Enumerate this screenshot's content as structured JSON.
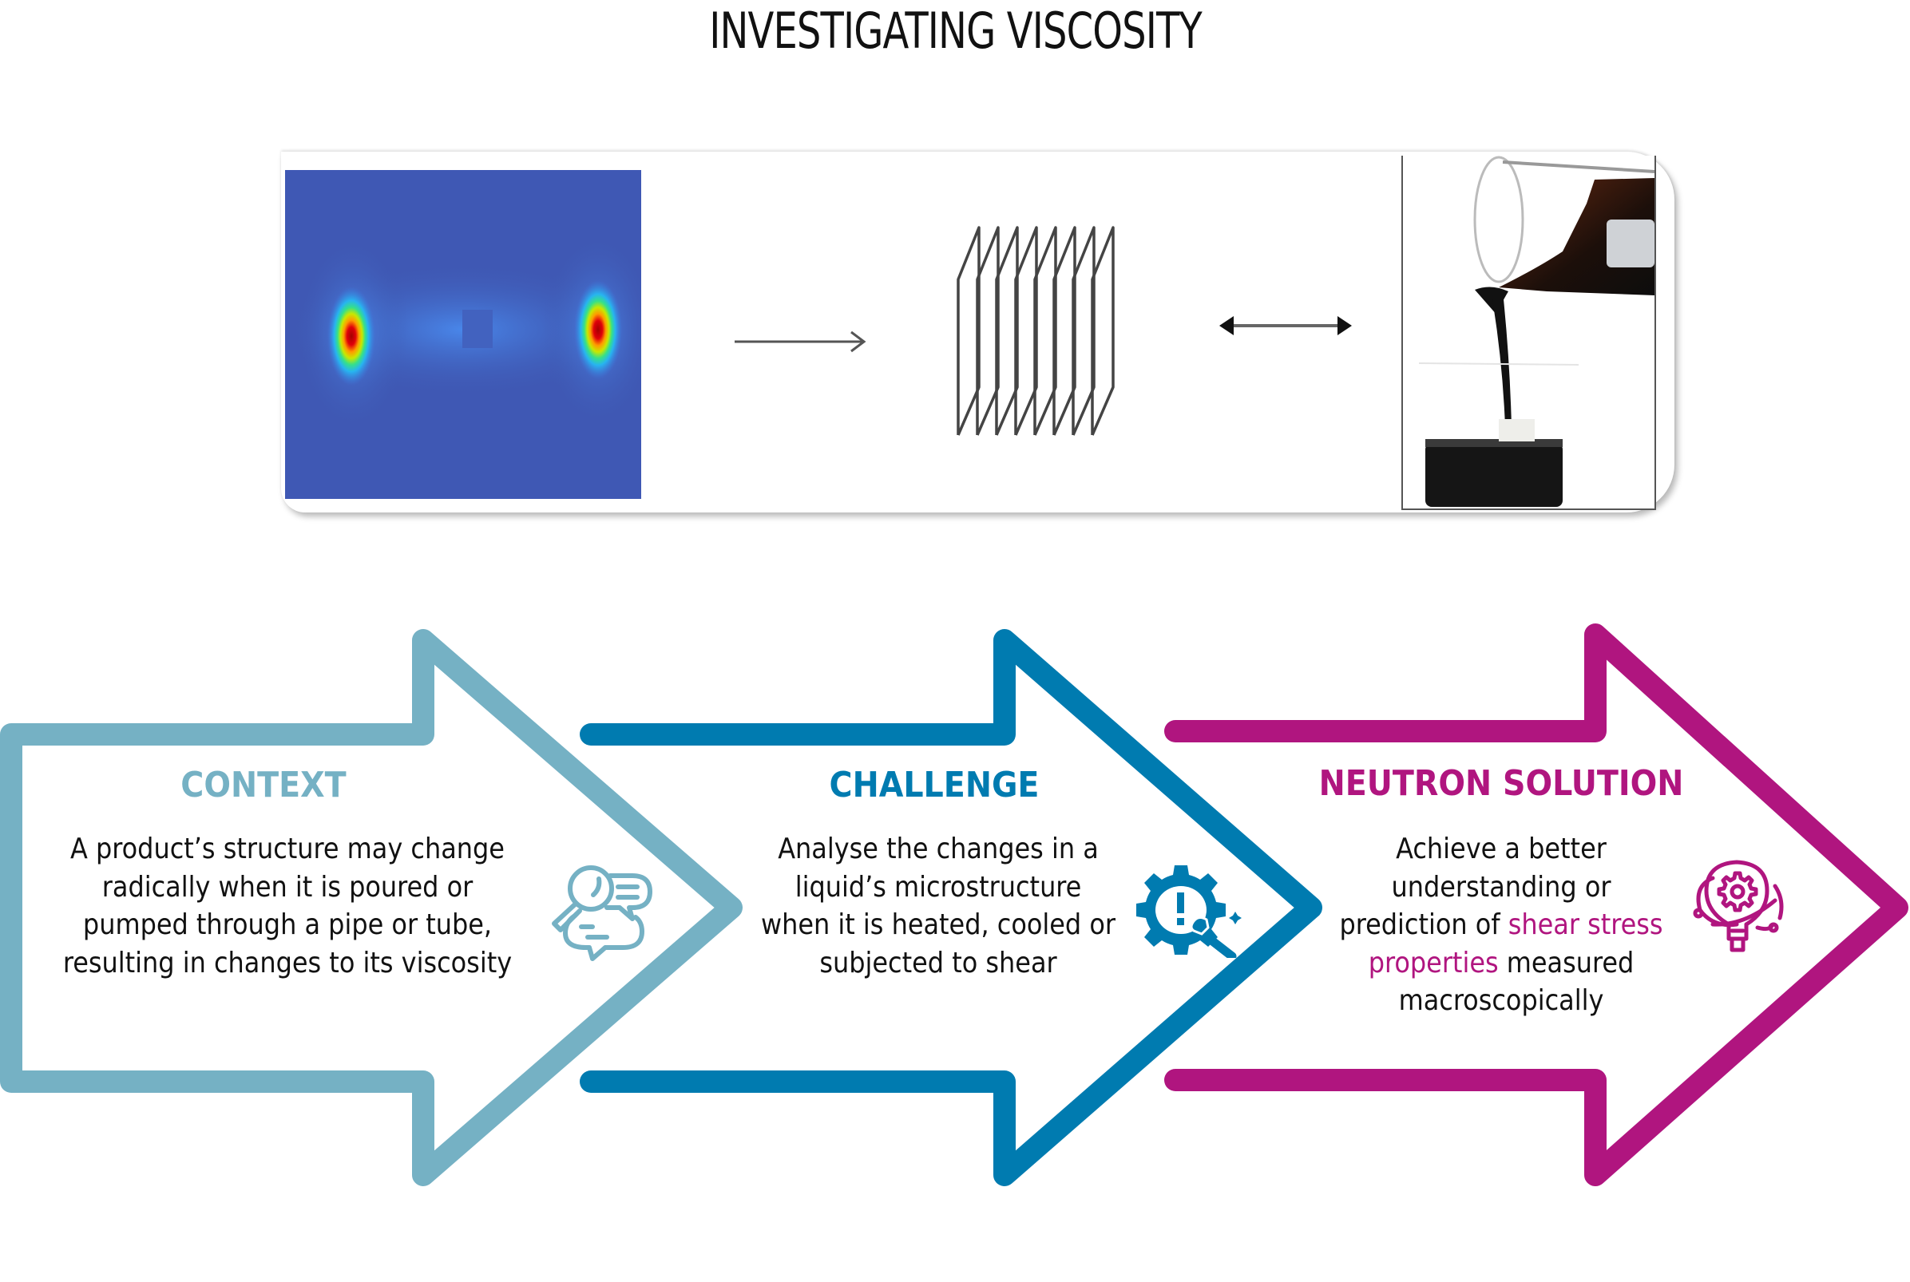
{
  "title": "INVESTIGATING VISCOSITY",
  "figure_strip": {
    "panels": [
      {
        "name": "scattering-pattern",
        "description": "neutron scattering heatmap with two intensity peaks"
      },
      {
        "name": "beam-arrow",
        "description": "single arrow pointing right"
      },
      {
        "name": "lamellar-planes",
        "description": "stack of parallel planes",
        "plane_count": 8
      },
      {
        "name": "double-arrow",
        "description": "bidirectional arrow"
      },
      {
        "name": "pouring-liquid-photo",
        "description": "viscous dark liquid poured from beaker"
      }
    ]
  },
  "colors": {
    "context": "#75b1c4",
    "challenge": "#007bb0",
    "solution": "#b0157f",
    "text": "#111111"
  },
  "steps": [
    {
      "heading": "CONTEXT",
      "icon": "search-chat-icon",
      "lines": [
        "A product’s structure may change",
        "radically when it is poured or",
        "pumped through a pipe or tube,",
        "resulting in changes to its viscosity"
      ]
    },
    {
      "heading": "CHALLENGE",
      "icon": "gear-wrench-alert-icon",
      "lines": [
        "Analyse the changes in a",
        "liquid’s microstructure",
        "when it is heated, cooled or",
        "subjected to shear"
      ]
    },
    {
      "heading": "NEUTRON SOLUTION",
      "icon": "lightbulb-gear-atom-icon",
      "line1": "Achieve a better",
      "line2": "understanding or",
      "line3_prefix": "prediction of ",
      "line3_highlight": "shear stress",
      "line4_highlight": "properties",
      "line4_suffix": " measured",
      "line5": "macroscopically"
    }
  ]
}
